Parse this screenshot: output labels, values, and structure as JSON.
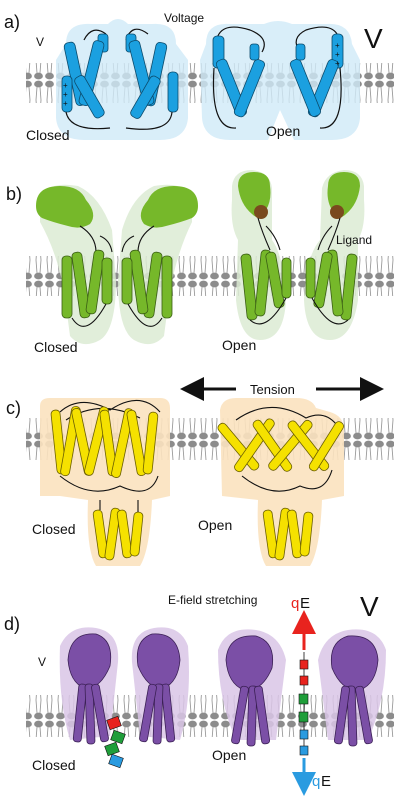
{
  "panels": {
    "a": {
      "letter": "a)",
      "left_voltage": "V",
      "right_voltage": "V",
      "stimulus": "Voltage",
      "state_closed": "Closed",
      "state_open": "Open",
      "gating_charges": "+ + +",
      "colors": {
        "helix": "#1ba0e0",
        "envelope": "#cfeaf7"
      }
    },
    "b": {
      "letter": "b)",
      "ligand": "Ligand",
      "state_closed": "Closed",
      "state_open": "Open",
      "colors": {
        "helix": "#76b82a",
        "envelope": "#dcebd3",
        "ligand": "#7a4a1e"
      }
    },
    "c": {
      "letter": "c)",
      "tension": "Tension",
      "state_closed": "Closed",
      "state_open": "Open",
      "colors": {
        "helix": "#f5e100",
        "envelope": "#fbe2bf"
      }
    },
    "d": {
      "letter": "d)",
      "stimulus": "E-field stretching",
      "left_voltage": "V",
      "right_voltage": "V",
      "charge_top": "q",
      "field_top": "E",
      "charge_bottom": "q",
      "field_bottom": "E",
      "state_closed": "Closed",
      "state_open": "Open",
      "colors": {
        "domain": "#7b4fa6",
        "envelope": "#d9c6e6",
        "charge_arrow": "#e8231e",
        "field_arrow": "#2a9be0"
      }
    }
  }
}
